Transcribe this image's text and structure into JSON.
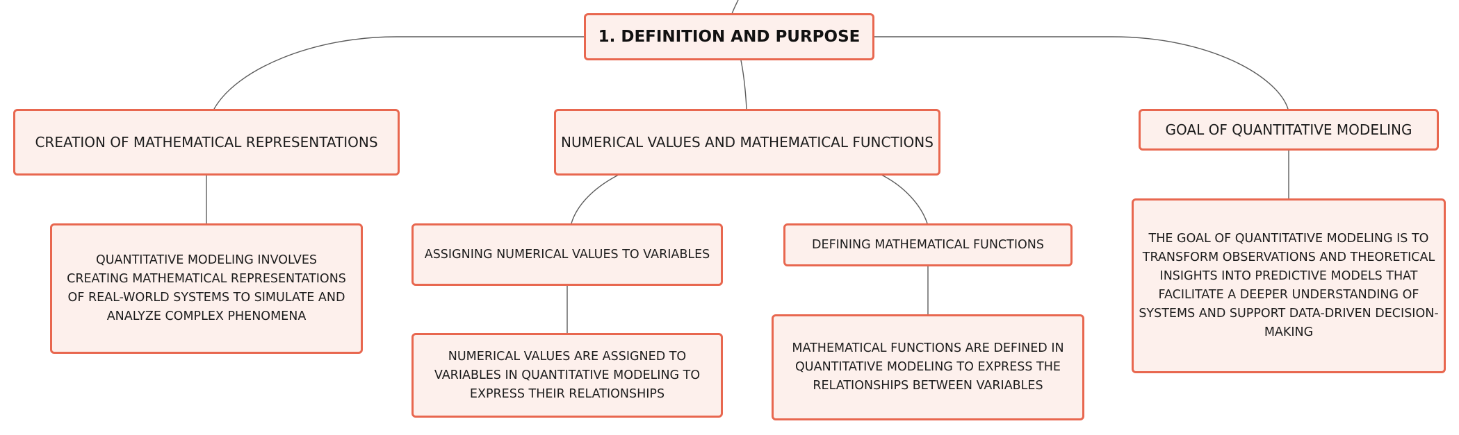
{
  "colors": {
    "node_border": "#e8674f",
    "node_fill": "#fdf0ec",
    "connector": "#5c5c5c"
  },
  "root": {
    "label": "1. DEFINITION AND PURPOSE"
  },
  "branches": [
    {
      "label": "CREATION OF MATHEMATICAL REPRESENTATIONS",
      "children": [
        {
          "label": "QUANTITATIVE MODELING INVOLVES CREATING MATHEMATICAL REPRESENTATIONS OF REAL-WORLD SYSTEMS TO SIMULATE AND ANALYZE COMPLEX PHENOMENA"
        }
      ]
    },
    {
      "label": "NUMERICAL VALUES AND MATHEMATICAL FUNCTIONS",
      "children": [
        {
          "label": "ASSIGNING NUMERICAL VALUES TO VARIABLES",
          "children": [
            {
              "label": "NUMERICAL VALUES ARE ASSIGNED TO VARIABLES IN QUANTITATIVE MODELING TO EXPRESS THEIR RELATIONSHIPS"
            }
          ]
        },
        {
          "label": "DEFINING MATHEMATICAL FUNCTIONS",
          "children": [
            {
              "label": "MATHEMATICAL FUNCTIONS ARE DEFINED IN QUANTITATIVE MODELING TO EXPRESS THE RELATIONSHIPS BETWEEN VARIABLES"
            }
          ]
        }
      ]
    },
    {
      "label": "GOAL OF QUANTITATIVE MODELING",
      "children": [
        {
          "label": "THE GOAL OF QUANTITATIVE MODELING IS TO TRANSFORM OBSERVATIONS AND THEORETICAL INSIGHTS INTO PREDICTIVE MODELS THAT FACILITATE A DEEPER UNDERSTANDING OF SYSTEMS AND SUPPORT DATA-DRIVEN DECISION-MAKING"
        }
      ]
    }
  ]
}
